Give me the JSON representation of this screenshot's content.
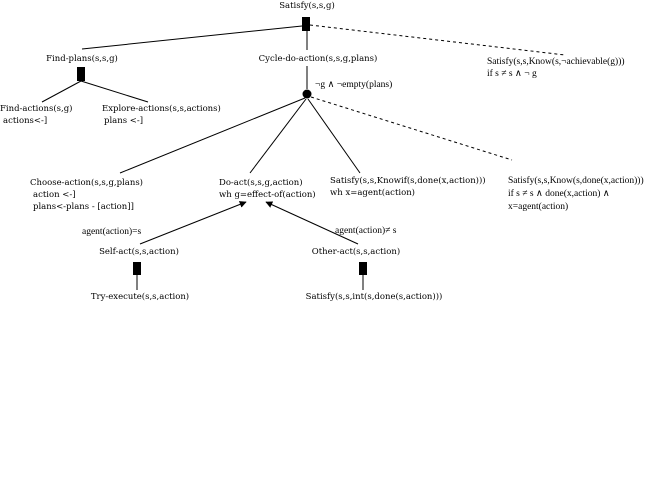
{
  "nodes": {
    "root": {
      "label": "Satisfy(s,s,g)"
    },
    "find_plans": {
      "label": "Find-plans(s,s,g)"
    },
    "cycle": {
      "label": "Cycle-do-action(s,s,g,plans)",
      "condition": "¬g ∧ ¬empty(plans)"
    },
    "satisfy_know_achievable": {
      "line1": "Satisfy(s,s,Know(s,¬achievable(g)))",
      "line2": "if s ≠ s ∧ ¬ g"
    },
    "find_actions": {
      "line1": "Find-actions(s,g)",
      "line2": "actions<-]"
    },
    "explore_actions": {
      "line1": "Explore-actions(s,s,actions)",
      "line2": "plans <-]"
    },
    "choose_action": {
      "line1": "Choose-action(s,s,g,plans)",
      "line2": "action <-]",
      "line3": "plans<-plans - [action]]"
    },
    "do_act": {
      "line1": "Do-act(s,s,g,action)",
      "line2": "wh g=effect-of(action)"
    },
    "satisfy_knowif": {
      "line1": "Satisfy(s,s,Knowif(s,done(x,action)))",
      "line2": "wh x=agent(action)"
    },
    "satisfy_know_done": {
      "line1": "Satisfy(s,s,Know(s,done(x,action)))",
      "line2": "if s ≠ s ∧ done(x,action) ∧",
      "line3": "x=agent(action)"
    },
    "self_act": {
      "label": "Self-act(s,s,action)",
      "edge_label": "agent(action)=s"
    },
    "other_act": {
      "label": "Other-act(s,s,action)",
      "edge_label": "agent(action)≠ s"
    },
    "try_execute": {
      "label": "Try-execute(s,s,action)"
    },
    "satisfy_int": {
      "label": "Satisfy(s,s,int(s,done(s,action)))"
    }
  }
}
